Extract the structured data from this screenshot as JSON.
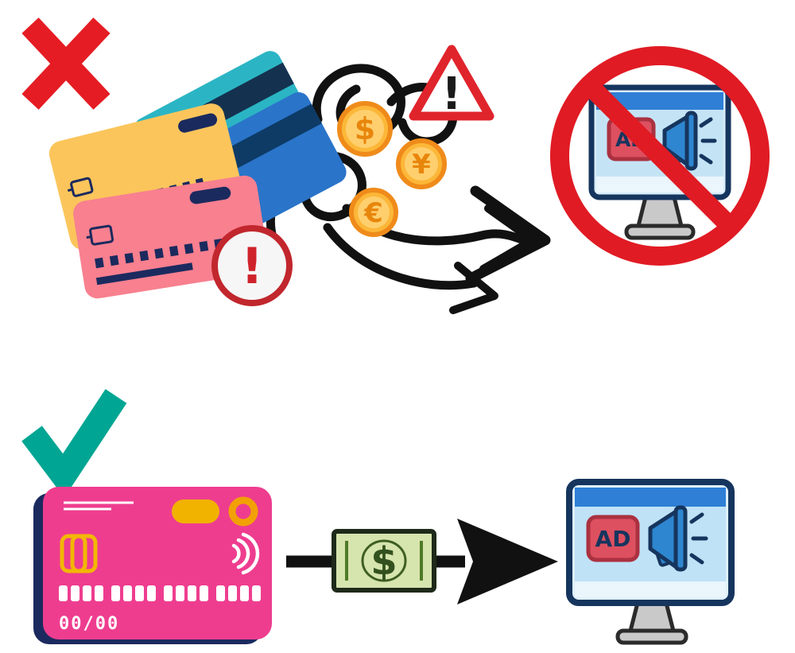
{
  "illustration": {
    "rows": {
      "wrong": {
        "status_icon": "x-mark",
        "elements": [
          "credit-card-stack",
          "alert-badge",
          "tangled-arrows",
          "currency-coins",
          "warning-triangle",
          "blocked-ad-monitor"
        ],
        "alert_mark": "!",
        "warning_mark": "!",
        "coins": {
          "dollar": "$",
          "yen": "¥",
          "euro": "€"
        },
        "monitor_ad_label": "AD"
      },
      "right": {
        "status_icon": "check-mark",
        "elements": [
          "payment-card",
          "payment-arrow",
          "dollar-bill",
          "ad-monitor"
        ],
        "card_expiry": "00/00",
        "bill_currency": "$",
        "monitor_ad_label": "AD"
      }
    },
    "colors": {
      "x_red": "#e51c23",
      "prohibition_red": "#e01b24",
      "alert_ring_red": "#c1272d",
      "alert_mark_red": "#cf232b",
      "check_teal": "#00a693",
      "teal_card": "#2bb5c4",
      "blue_card": "#2a74c9",
      "yellow_card": "#fbc55c",
      "salmon_card": "#f8808f",
      "pink_card": "#ee3d8f",
      "navy": "#1b2a5e",
      "coin_gold": "#fcb738",
      "coin_rim": "#ef8b1a",
      "coin_symbol": "#e8860c",
      "monitor_navy": "#16355e",
      "screen_blue": "#c4e4f6",
      "band_blue": "#2f7fd6",
      "ad_box_red": "#dd5060",
      "ad_box_border": "#ab3140",
      "megaphone_blue": "#2e86d0",
      "stand_gray": "#c9c9c9",
      "bill_green": "#d6e4ae",
      "bill_symbol_green": "#33511f",
      "gold": "#f2b705",
      "scribble_black": "#111111"
    }
  }
}
